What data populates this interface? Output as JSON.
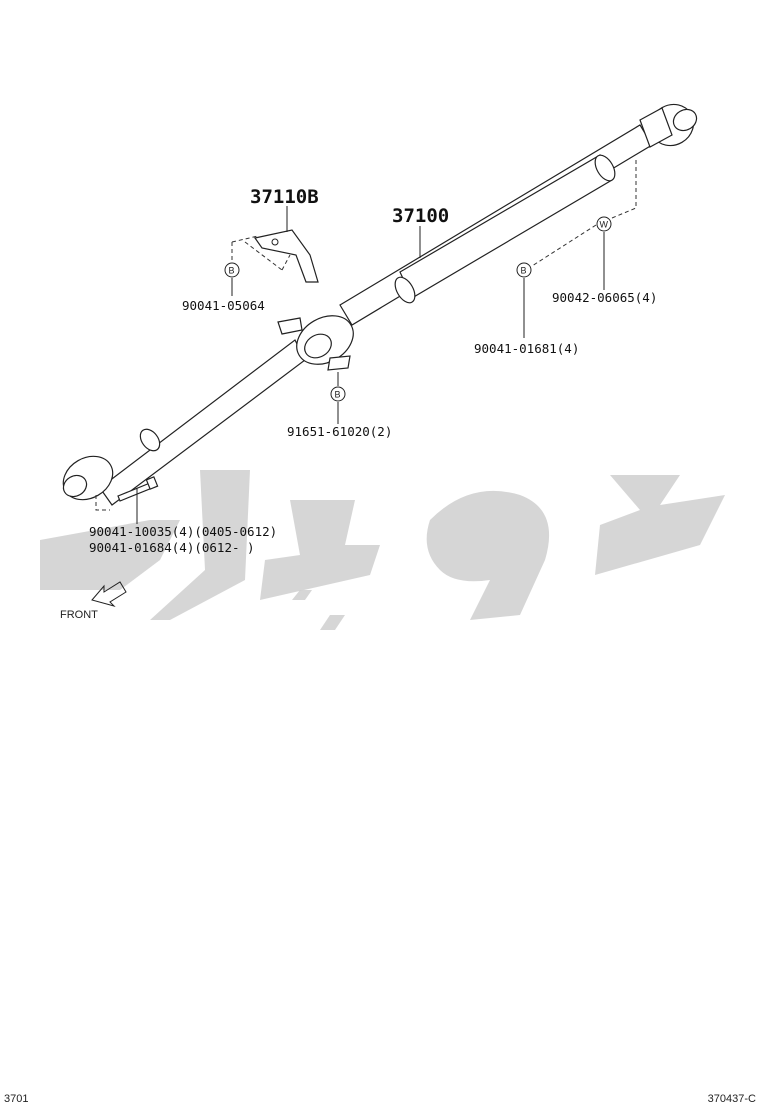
{
  "diagram": {
    "main_part": "37100",
    "bracket_part": "37110B",
    "callouts": [
      {
        "id": "bolt-bracket",
        "text": "90041-05064",
        "marker": "B"
      },
      {
        "id": "bolt-rear-flange",
        "text": "90042-06065(4)",
        "marker": "W"
      },
      {
        "id": "bolt-center",
        "text": "90041-01681(4)",
        "marker": "B"
      },
      {
        "id": "bearing-bolt",
        "text": "91651-61020(2)",
        "marker": "B"
      },
      {
        "id": "front-bolt-1",
        "text": "90041-10035(4)(0405-0612)"
      },
      {
        "id": "front-bolt-2",
        "text": "90041-01684(4)(0612-      )"
      }
    ],
    "front_label": "FRONT",
    "footer_left": "3701",
    "footer_right": "370437-C"
  }
}
